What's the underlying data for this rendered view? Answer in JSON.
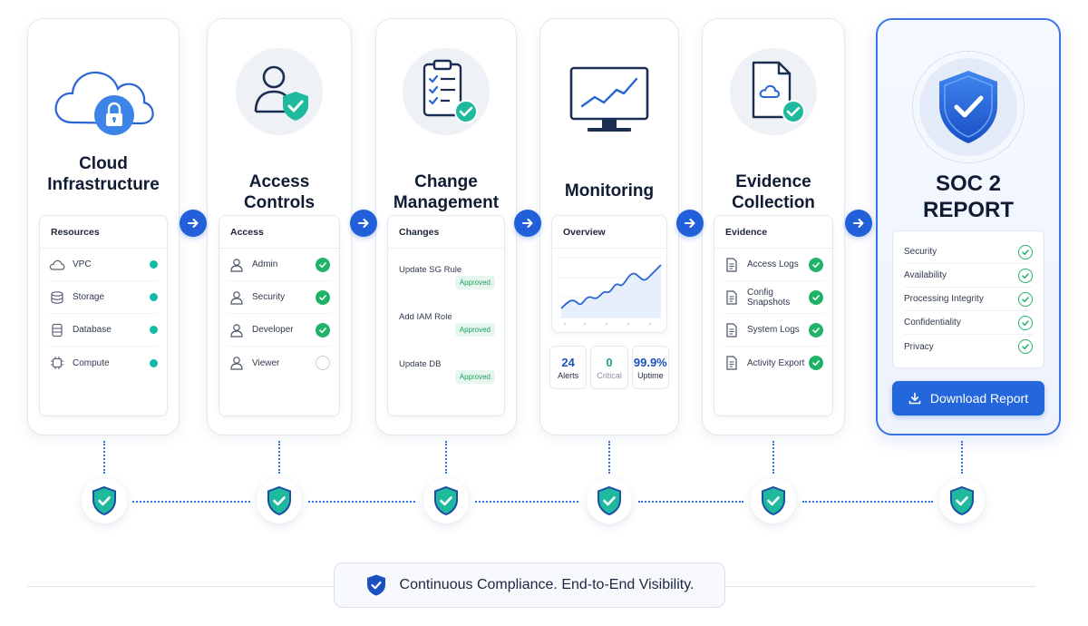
{
  "colors": {
    "accent": "#2160d8",
    "teal": "#14b8a6",
    "green": "#22b36a",
    "navy": "#101c33"
  },
  "stages": [
    {
      "title": "Cloud Infrastructure",
      "icon": "cloud-lock-icon",
      "panel_title": "Resources",
      "rows": [
        {
          "label": "VPC",
          "icon": "cloud-icon",
          "status": "active"
        },
        {
          "label": "Storage",
          "icon": "storage-icon",
          "status": "active"
        },
        {
          "label": "Database",
          "icon": "database-icon",
          "status": "active"
        },
        {
          "label": "Compute",
          "icon": "chip-icon",
          "status": "active"
        }
      ]
    },
    {
      "title": "Access Controls",
      "icon": "user-shield-icon",
      "panel_title": "Access",
      "rows": [
        {
          "label": "Admin",
          "icon": "user-icon",
          "status": "checked"
        },
        {
          "label": "Security",
          "icon": "user-icon",
          "status": "checked"
        },
        {
          "label": "Developer",
          "icon": "user-icon",
          "status": "checked"
        },
        {
          "label": "Viewer",
          "icon": "user-icon",
          "status": "unchecked"
        }
      ]
    },
    {
      "title": "Change Management",
      "icon": "clipboard-check-icon",
      "panel_title": "Changes",
      "rows": [
        {
          "label": "Update SG Rule",
          "badge": "Approved"
        },
        {
          "label": "Add IAM Role",
          "badge": "Approved"
        },
        {
          "label": "Update DB",
          "badge": "Approved"
        }
      ]
    },
    {
      "title": "Monitoring",
      "icon": "monitor-chart-icon",
      "panel_title": "Overview",
      "stats": [
        {
          "value": "24",
          "label": "Alerts"
        },
        {
          "value": "0",
          "label": "Critical"
        },
        {
          "value": "99.9%",
          "label": "Uptime"
        }
      ]
    },
    {
      "title": "Evidence Collection",
      "icon": "document-check-icon",
      "panel_title": "Evidence",
      "rows": [
        {
          "label": "Access Logs",
          "icon": "document-icon",
          "status": "checked"
        },
        {
          "label": "Config Snapshots",
          "icon": "document-icon",
          "status": "checked"
        },
        {
          "label": "System Logs",
          "icon": "document-icon",
          "status": "checked"
        },
        {
          "label": "Activity Export",
          "icon": "document-icon",
          "status": "checked"
        }
      ]
    }
  ],
  "report": {
    "title_line1": "SOC 2",
    "title_line2": "REPORT",
    "icon": "shield-check-icon",
    "criteria": [
      {
        "label": "Security",
        "status": "checked"
      },
      {
        "label": "Availability",
        "status": "checked"
      },
      {
        "label": "Processing Integrity",
        "status": "checked"
      },
      {
        "label": "Confidentiality",
        "status": "checked"
      },
      {
        "label": "Privacy",
        "status": "checked"
      }
    ],
    "download_label": "Download Report"
  },
  "tagline": "Continuous Compliance. End-to-End Visibility."
}
